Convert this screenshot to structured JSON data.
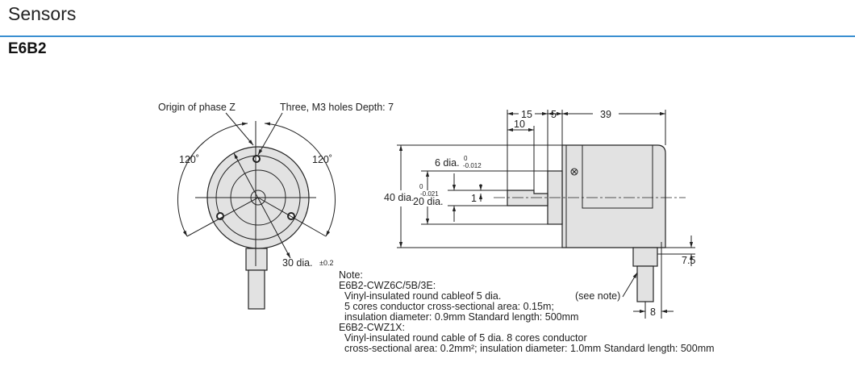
{
  "header": {
    "title": "Sensors",
    "model": "E6B2"
  },
  "front_view": {
    "origin_label": "Origin of phase Z",
    "holes_label": "Three, M3 holes Depth: 7",
    "angle_left": "120˚",
    "angle_right": "120˚",
    "pcd_label": "30 dia.",
    "pcd_tol": "±0.2"
  },
  "side_view": {
    "dim_15": "15",
    "dim_5": "5",
    "dim_39": "39",
    "dim_10": "10",
    "shaft_dia": "6 dia.",
    "shaft_tol_upper": "0",
    "shaft_tol_lower": "-0.012",
    "boss_tol_upper": "0",
    "boss_tol_lower": "-0.021",
    "body_dia": "40 dia.",
    "boss_dia": "20 dia.",
    "dim_1": "1",
    "dim_7_5": "7.5",
    "dim_8": "8",
    "see_note": "(see note)"
  },
  "note": {
    "title": "Note:",
    "lines": [
      "E6B2-CWZ6C/5B/3E:",
      "Vinyl-insulated round cableof 5 dia.",
      "5 cores conductor cross-sectional area: 0.15m;",
      "insulation diameter: 0.9mm Standard length: 500mm",
      "E6B2-CWZ1X:",
      "Vinyl-insulated round cable of 5 dia. 8 cores conductor",
      "cross-sectional area: 0.2mm²; insulation diameter: 1.0mm Standard length: 500mm"
    ]
  }
}
